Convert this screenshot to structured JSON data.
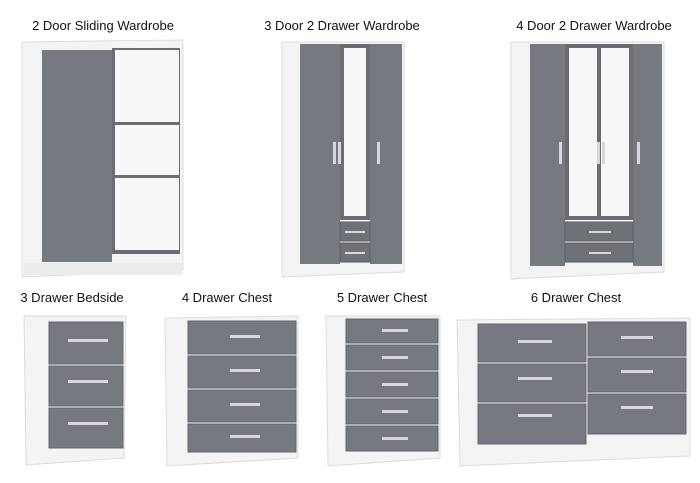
{
  "colors": {
    "carcass": "#f2f2f2",
    "carcass_edge": "#d9d9d9",
    "front": "#767a80",
    "front_dark": "#62666b",
    "handle": "#d6d8da",
    "mirror": "#f7f8f8"
  },
  "products": [
    {
      "label": "2 Door Sliding Wardrobe"
    },
    {
      "label": "3 Door 2 Drawer Wardrobe"
    },
    {
      "label": "4 Door 2 Drawer Wardrobe"
    },
    {
      "label": "3 Drawer Bedside"
    },
    {
      "label": "4 Drawer Chest"
    },
    {
      "label": "5 Drawer Chest"
    },
    {
      "label": "6 Drawer Chest"
    }
  ]
}
